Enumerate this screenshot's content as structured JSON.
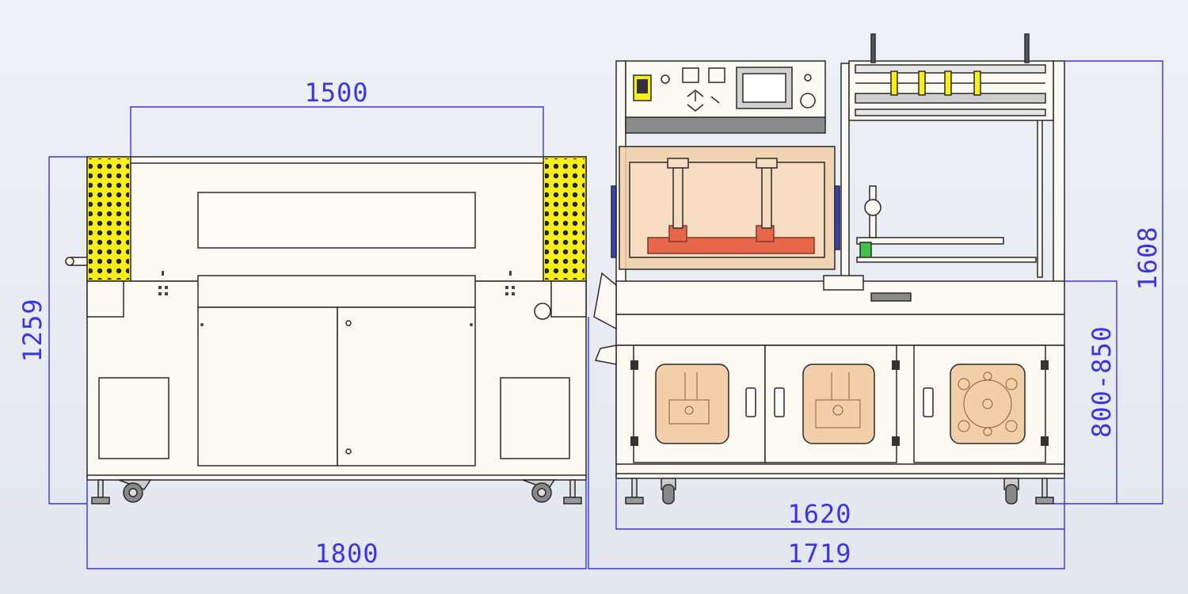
{
  "dimensions": {
    "shrink_tunnel_inner_width": "1500",
    "shrink_tunnel_height": "1259",
    "shrink_tunnel_length": "1800",
    "sealer_body_width": "1620",
    "sealer_overall_length": "1719",
    "sealer_height": "1608",
    "working_height": "800-850"
  },
  "colors": {
    "background": "#e7ebf1",
    "dimension_line": "#3b34e4",
    "machine_body": "#fbf9f2",
    "outline": "#2a2a2a",
    "heat_vent_panel": "#f7ee1a",
    "window_tint": "#f2cfa8",
    "red_parts": "#e8664a",
    "blue_handle": "#3a3fbf",
    "green_part": "#3ec24a"
  }
}
